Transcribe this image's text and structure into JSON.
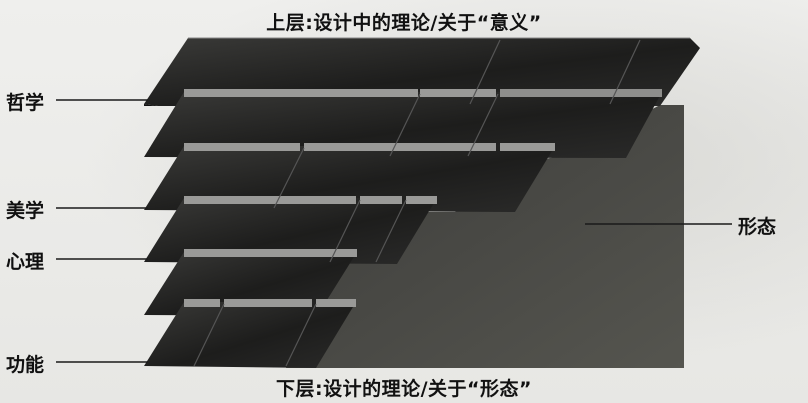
{
  "captions": {
    "top": "上层:设计中的理论/关于“意义”",
    "bottom": "下层:设计的理论/关于“形态”"
  },
  "left_labels": {
    "philosophy": "哲学",
    "aesthetics": "美学",
    "psychology": "心理",
    "function": "功能"
  },
  "right_labels": {
    "form": "形态"
  },
  "colors": {
    "slab_dark": "#1c1c1c",
    "slab_light": "#3c3c3c",
    "slab_edge": "#9a9a98",
    "form_block": "#4a4a48",
    "leader_line": "#1a1a1a"
  }
}
